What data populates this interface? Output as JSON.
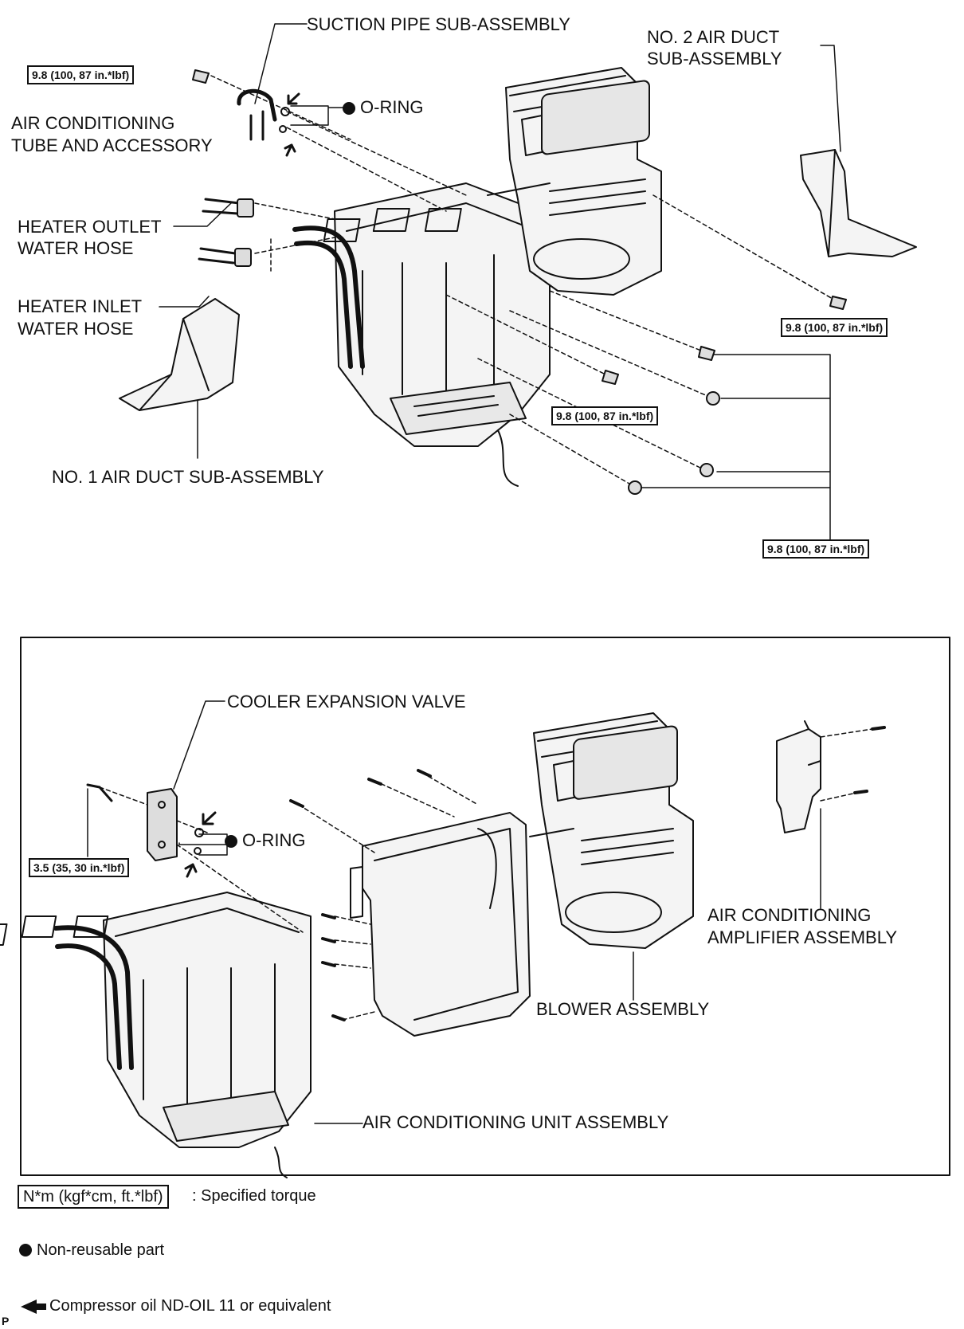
{
  "top": {
    "suction_pipe": "SUCTION PIPE SUB-ASSEMBLY",
    "no2_duct_line1": "NO. 2 AIR DUCT",
    "no2_duct_line2": "SUB-ASSEMBLY",
    "ac_tube_line1": "AIR CONDITIONING",
    "ac_tube_line2": "TUBE AND ACCESSORY",
    "o_ring": "O-RING",
    "heater_outlet_line1": "HEATER OUTLET",
    "heater_outlet_line2": "WATER HOSE",
    "heater_inlet_line1": "HEATER INLET",
    "heater_inlet_line2": "WATER HOSE",
    "no1_duct": "NO. 1 AIR DUCT SUB-ASSEMBLY",
    "torque_a": "9.8 (100, 87 in.*lbf)",
    "torque_b": "9.8 (100, 87 in.*lbf)",
    "torque_c": "9.8 (100, 87 in.*lbf)",
    "torque_d": "9.8 (100, 87 in.*lbf)"
  },
  "bottom": {
    "expansion_valve": "COOLER EXPANSION VALVE",
    "o_ring": "O-RING",
    "torque": "3.5 (35, 30 in.*lbf)",
    "amplifier_line1": "AIR CONDITIONING",
    "amplifier_line2": "AMPLIFIER ASSEMBLY",
    "blower": "BLOWER ASSEMBLY",
    "unit": "AIR CONDITIONING UNIT ASSEMBLY"
  },
  "legend": {
    "torque_unit": "N*m (kgf*cm, ft.*lbf)",
    "torque_desc": ": Specified torque",
    "nonreusable": "Non-reusable part",
    "compressor_oil": "Compressor oil ND-OIL 11 or equivalent"
  },
  "footer_code": "P"
}
